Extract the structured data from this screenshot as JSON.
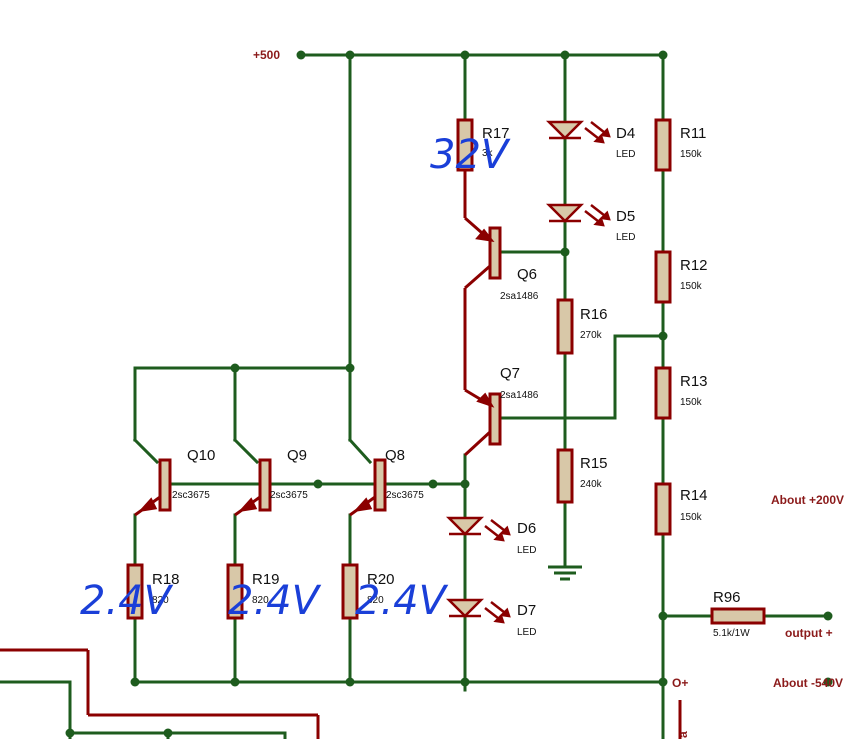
{
  "colors": {
    "wire": "#1e5c1e",
    "component": "#8b0000",
    "body_fill": "#d8c8a8",
    "annotation": "#1a3fd8"
  },
  "nets": {
    "supply": "+500",
    "about_plus": "About +200V",
    "about_minus": "About -540V",
    "output": "output +",
    "output_node": "O+",
    "edge_glyph": "a"
  },
  "resistors": {
    "r11": {
      "ref": "R11",
      "value": "150k"
    },
    "r12": {
      "ref": "R12",
      "value": "150k"
    },
    "r13": {
      "ref": "R13",
      "value": "150k"
    },
    "r14": {
      "ref": "R14",
      "value": "150k"
    },
    "r15": {
      "ref": "R15",
      "value": "240k"
    },
    "r16": {
      "ref": "R16",
      "value": "270k"
    },
    "r17": {
      "ref": "R17",
      "value": "3k"
    },
    "r18": {
      "ref": "R18",
      "value": "820"
    },
    "r19": {
      "ref": "R19",
      "value": "820"
    },
    "r20": {
      "ref": "R20",
      "value": "820"
    },
    "r96": {
      "ref": "R96",
      "value": "5.1k/1W"
    }
  },
  "transistors": {
    "q6": {
      "ref": "Q6",
      "part": "2sa1486"
    },
    "q7": {
      "ref": "Q7",
      "part": "2sa1486"
    },
    "q8": {
      "ref": "Q8",
      "part": "2sc3675"
    },
    "q9": {
      "ref": "Q9",
      "part": "2sc3675"
    },
    "q10": {
      "ref": "Q10",
      "part": "2sc3675"
    }
  },
  "leds": {
    "d4": {
      "ref": "D4",
      "type": "LED"
    },
    "d5": {
      "ref": "D5",
      "type": "LED"
    },
    "d6": {
      "ref": "D6",
      "type": "LED"
    },
    "d7": {
      "ref": "D7",
      "type": "LED"
    }
  },
  "handwritten": {
    "r17_voltage": "32V",
    "r18_voltage": "2.4V",
    "r19_voltage": "2.4V",
    "r20_voltage": "2.4V"
  }
}
